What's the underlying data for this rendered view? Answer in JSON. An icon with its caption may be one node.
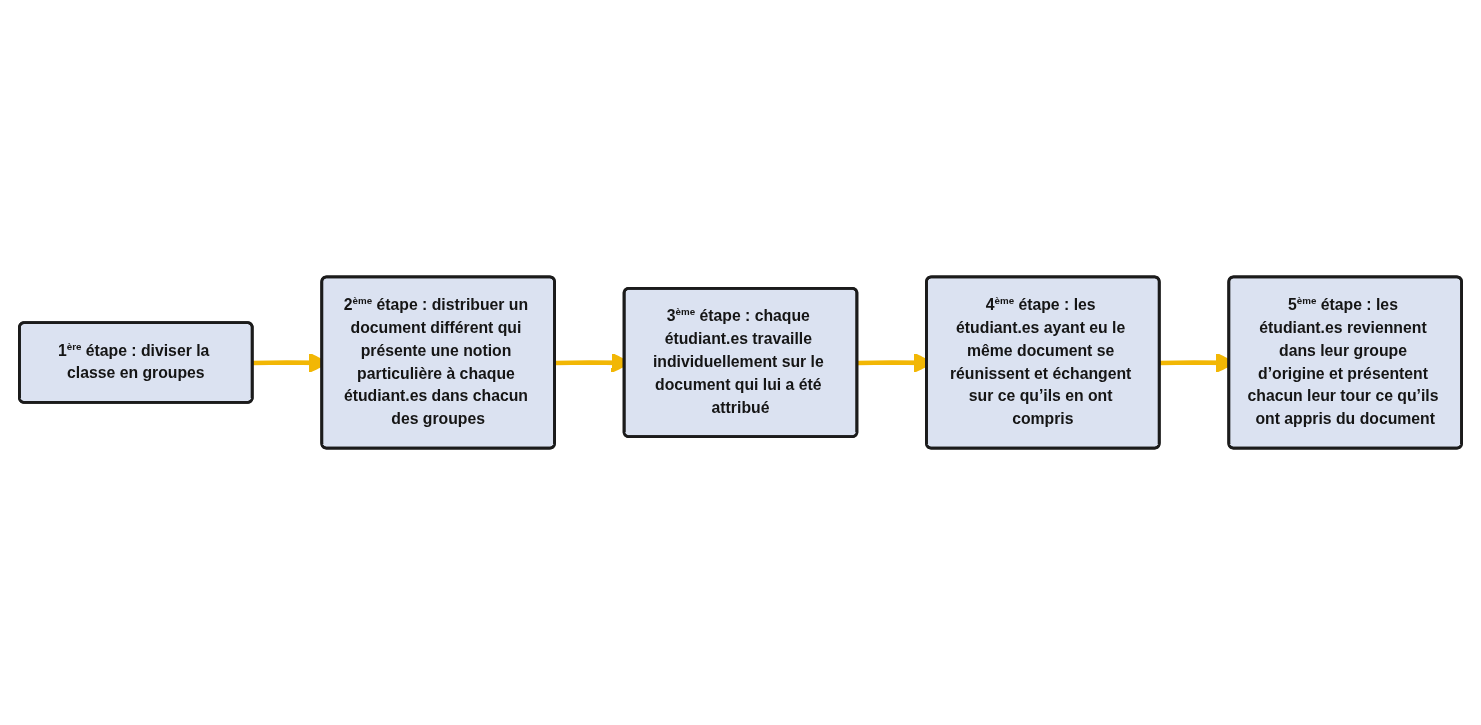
{
  "diagram": {
    "nodes": [
      {
        "text": [
          "1$^{ère}$ étape : diviser la classe en groupes"
        ]
      },
      {
        "text": [
          "2$^{ème}$ étape : distribuer un document différent qui présente une notion particulière à chaque étudiant.es dans chacun des groupes"
        ]
      },
      {
        "text": [
          "3$^{ème}$ étape : chaque étudiant.es travaille individuellement sur le document qui lui a été attribué"
        ]
      },
      {
        "text": [
          "4$^{ème}$ étape : les étudiant.es ayant eu le même document se réunissent et échangent sur ce qu’ils en ont compris"
        ]
      },
      {
        "text": [
          "5$^{ème}$ étape : les étudiant.es reviennent dans leur groupe d’origine et présentent chacun leur tour ce qu’ils ont appris du document"
        ]
      }
    ],
    "edges": [
      {
        "from": 0,
        "to": 1,
        "arrow": "to"
      },
      {
        "from": 1,
        "to": 2,
        "arrow": "to"
      },
      {
        "from": 2,
        "to": 3,
        "arrow": "to"
      },
      {
        "from": 3,
        "to": 4,
        "arrow": "to"
      }
    ]
  }
}
